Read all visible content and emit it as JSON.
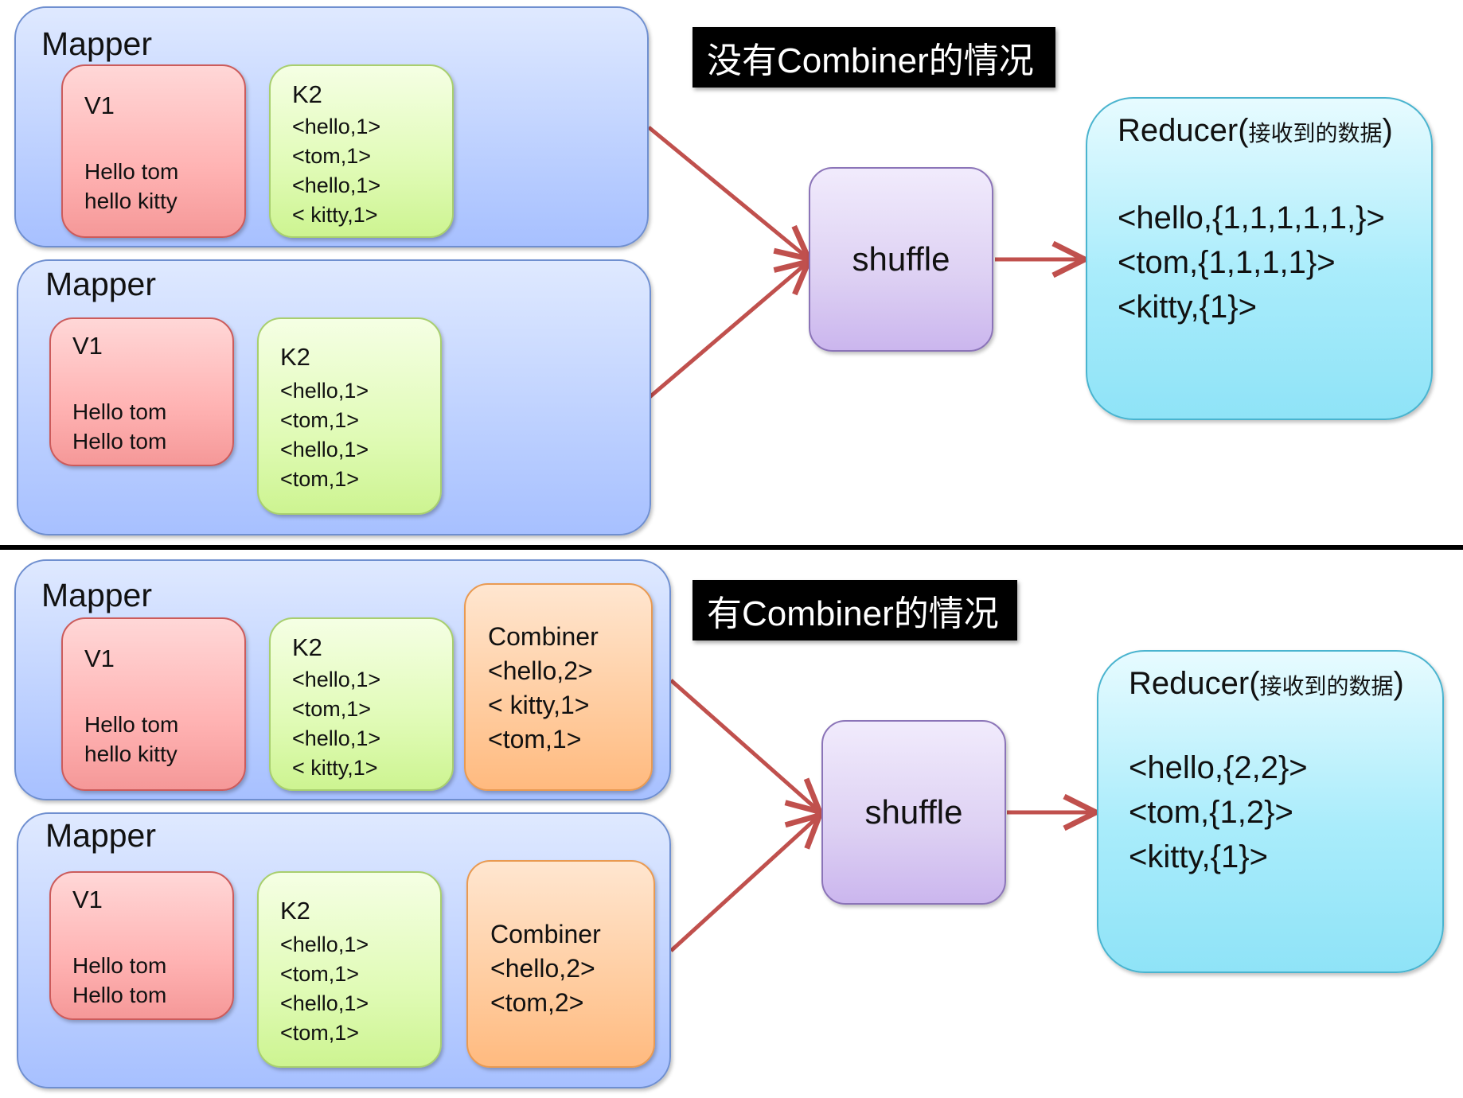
{
  "top": {
    "title": "没有Combiner的情况",
    "mappers": [
      {
        "label": "Mapper",
        "v1": {
          "title": "V1",
          "lines": [
            "Hello tom",
            "hello kitty"
          ]
        },
        "k2": {
          "title": "K2",
          "lines": [
            "<hello,1>",
            "<tom,1>",
            "<hello,1>",
            "< kitty,1>"
          ]
        }
      },
      {
        "label": "Mapper",
        "v1": {
          "title": "V1",
          "lines": [
            "Hello tom",
            "Hello tom"
          ]
        },
        "k2": {
          "title": "K2",
          "lines": [
            "<hello,1>",
            "<tom,1>",
            "<hello,1>",
            "<tom,1>"
          ]
        }
      }
    ],
    "shuffle": "shuffle",
    "reducer": {
      "title": "Reducer(",
      "title_sub": "接收到的数据",
      "title_end": ")",
      "lines": [
        "<hello,{1,1,1,1,1,}>",
        "<tom,{1,1,1,1}>",
        "<kitty,{1}>"
      ]
    }
  },
  "bottom": {
    "title": "有Combiner的情况",
    "mappers": [
      {
        "label": "Mapper",
        "v1": {
          "title": "V1",
          "lines": [
            "Hello tom",
            "hello kitty"
          ]
        },
        "k2": {
          "title": "K2",
          "lines": [
            "<hello,1>",
            "<tom,1>",
            "<hello,1>",
            "< kitty,1>"
          ]
        },
        "combiner": {
          "lines": [
            "Combiner",
            "<hello,2>",
            "< kitty,1>",
            "<tom,1>"
          ]
        }
      },
      {
        "label": "Mapper",
        "v1": {
          "title": "V1",
          "lines": [
            "Hello tom",
            "Hello tom"
          ]
        },
        "k2": {
          "title": "K2",
          "lines": [
            "<hello,1>",
            "<tom,1>",
            "<hello,1>",
            "<tom,1>"
          ]
        },
        "combiner": {
          "lines": [
            "Combiner",
            "<hello,2>",
            "<tom,2>"
          ]
        }
      }
    ],
    "shuffle": "shuffle",
    "reducer": {
      "title": "Reducer(",
      "title_sub": "接收到的数据",
      "title_end": ")",
      "lines": [
        "<hello,{2,2}>",
        "<tom,{1,2}>",
        "<kitty,{1}>"
      ]
    }
  },
  "colors": {
    "arrow": "#c0504d",
    "mapper": "#b7ccff",
    "v1": "#ffb3b3",
    "k2": "#e0fbb6",
    "combiner": "#ffcc9f",
    "shuffle": "#ddd0f3",
    "reducer": "#a9ecfb"
  }
}
